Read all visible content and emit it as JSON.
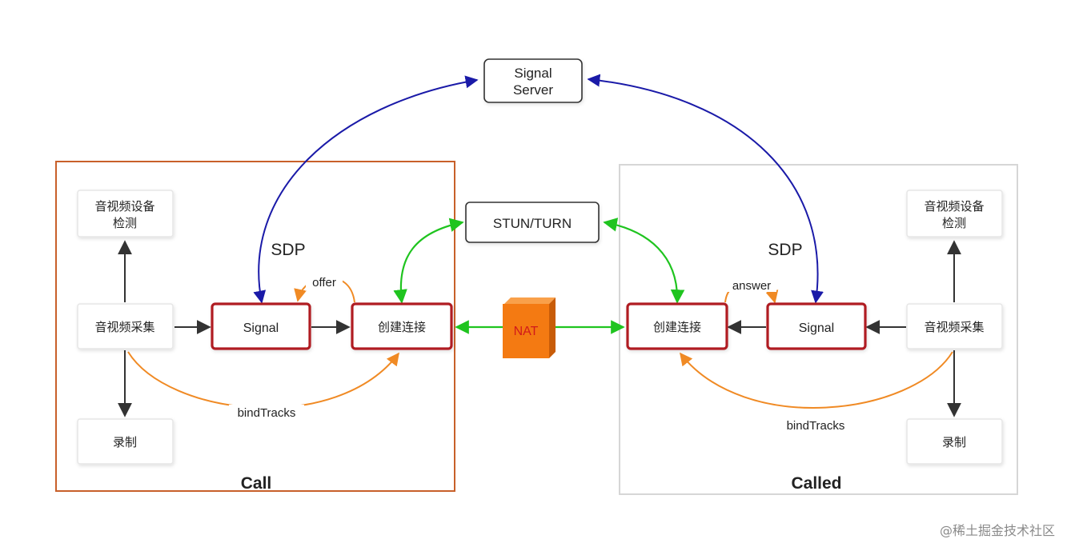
{
  "server": {
    "signal_server": [
      "Signal",
      "Server"
    ],
    "stun_turn": "STUN/TURN"
  },
  "nat": "NAT",
  "caller": {
    "title": "Call",
    "device_check": [
      "音视频设备",
      "检测"
    ],
    "capture": "音视频采集",
    "record": "录制",
    "signal": "Signal",
    "connect": "创建连接",
    "sdp": "SDP",
    "offer": "offer",
    "bind_tracks": "bindTracks"
  },
  "callee": {
    "title": "Called",
    "device_check": [
      "音视频设备",
      "检测"
    ],
    "capture": "音视频采集",
    "record": "录制",
    "signal": "Signal",
    "connect": "创建连接",
    "sdp": "SDP",
    "answer": "answer",
    "bind_tracks": "bindTracks"
  },
  "watermark": "@稀土掘金技术社区",
  "colors": {
    "signaling": "#1a1aa8",
    "ice": "#1fc41f",
    "tracks": "#f08a24",
    "flow": "#333333",
    "key_box": "#b01e24",
    "nat_fill": "#f47a12",
    "call_frame": "#c8602a",
    "called_frame": "#d6d6d6"
  }
}
